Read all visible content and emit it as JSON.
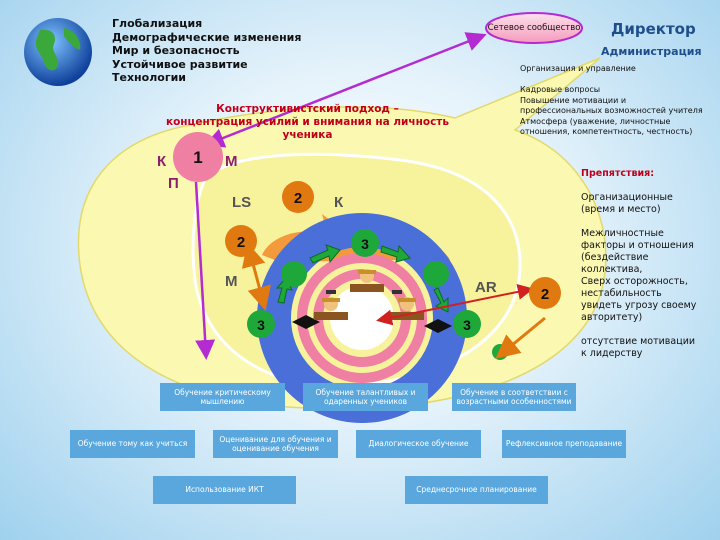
{
  "topics": [
    "Глобализация",
    "Демографические изменения",
    "Мир и безопасность",
    "Устойчивое развитие",
    "Технологии"
  ],
  "network_label": "Сетевое сообщество",
  "director": "Директор",
  "administration": "Администрация",
  "org_lines": [
    "Организация и управление",
    "",
    "Кадровые вопросы",
    "Повышение мотивации и",
    "профессиональных возможностей учителя",
    "Атмосфера (уважение, личностные",
    "отношения, компетентность, честность)"
  ],
  "constructivist": [
    "Конструктивистский подход –",
    "концентрация усилий и внимания на личность ученика"
  ],
  "obstacles_title": "Препятствия:",
  "obstacles_lines": [
    "",
    "Организационные",
    "(время и место)",
    "",
    "Межличностные",
    "факторы и отношения",
    "(бездействие",
    "коллектива,",
    "Сверх осторожность,",
    "нестабильность",
    "увидеть угрозу своему",
    "авторитету)",
    "",
    "отсутствие мотивации",
    "к лидерству"
  ],
  "letters": {
    "k1": "К",
    "m1": "М",
    "p": "П",
    "ls": "LS",
    "k2": "К",
    "m2": "М",
    "ar": "AR"
  },
  "numbers": {
    "c1": "1",
    "c2a": "2",
    "c2b": "2",
    "c2c": "2",
    "c3a": "3",
    "c3b": "3",
    "c3c": "3"
  },
  "boxes": {
    "critical": "Обучение критическому мышлению",
    "talented": "Обучение талантливых и одаренных учеников",
    "age": "Обучение в соответствии с возрастными особенностями",
    "learn_to_learn": "Обучение тому как учиться",
    "assessment": "Оценивание для обучения и оценивание обучения",
    "dialogic": "Диалогическое обучение",
    "reflective": "Рефлексивное преподавание",
    "ict": "Использование ИКТ",
    "planning": "Среднесрочное планирование"
  },
  "colors": {
    "yellow": "#f7f39c",
    "outer_yellow": "#fbf8b2",
    "orange": "#f39a3c",
    "blue": "#4a6fd8",
    "pink": "#ef7fa3",
    "green": "#1fa83a",
    "purple": "#b42bd2",
    "orange_dark": "#e07a10",
    "box": "#5aa7dd",
    "red_text": "#c0001a"
  }
}
